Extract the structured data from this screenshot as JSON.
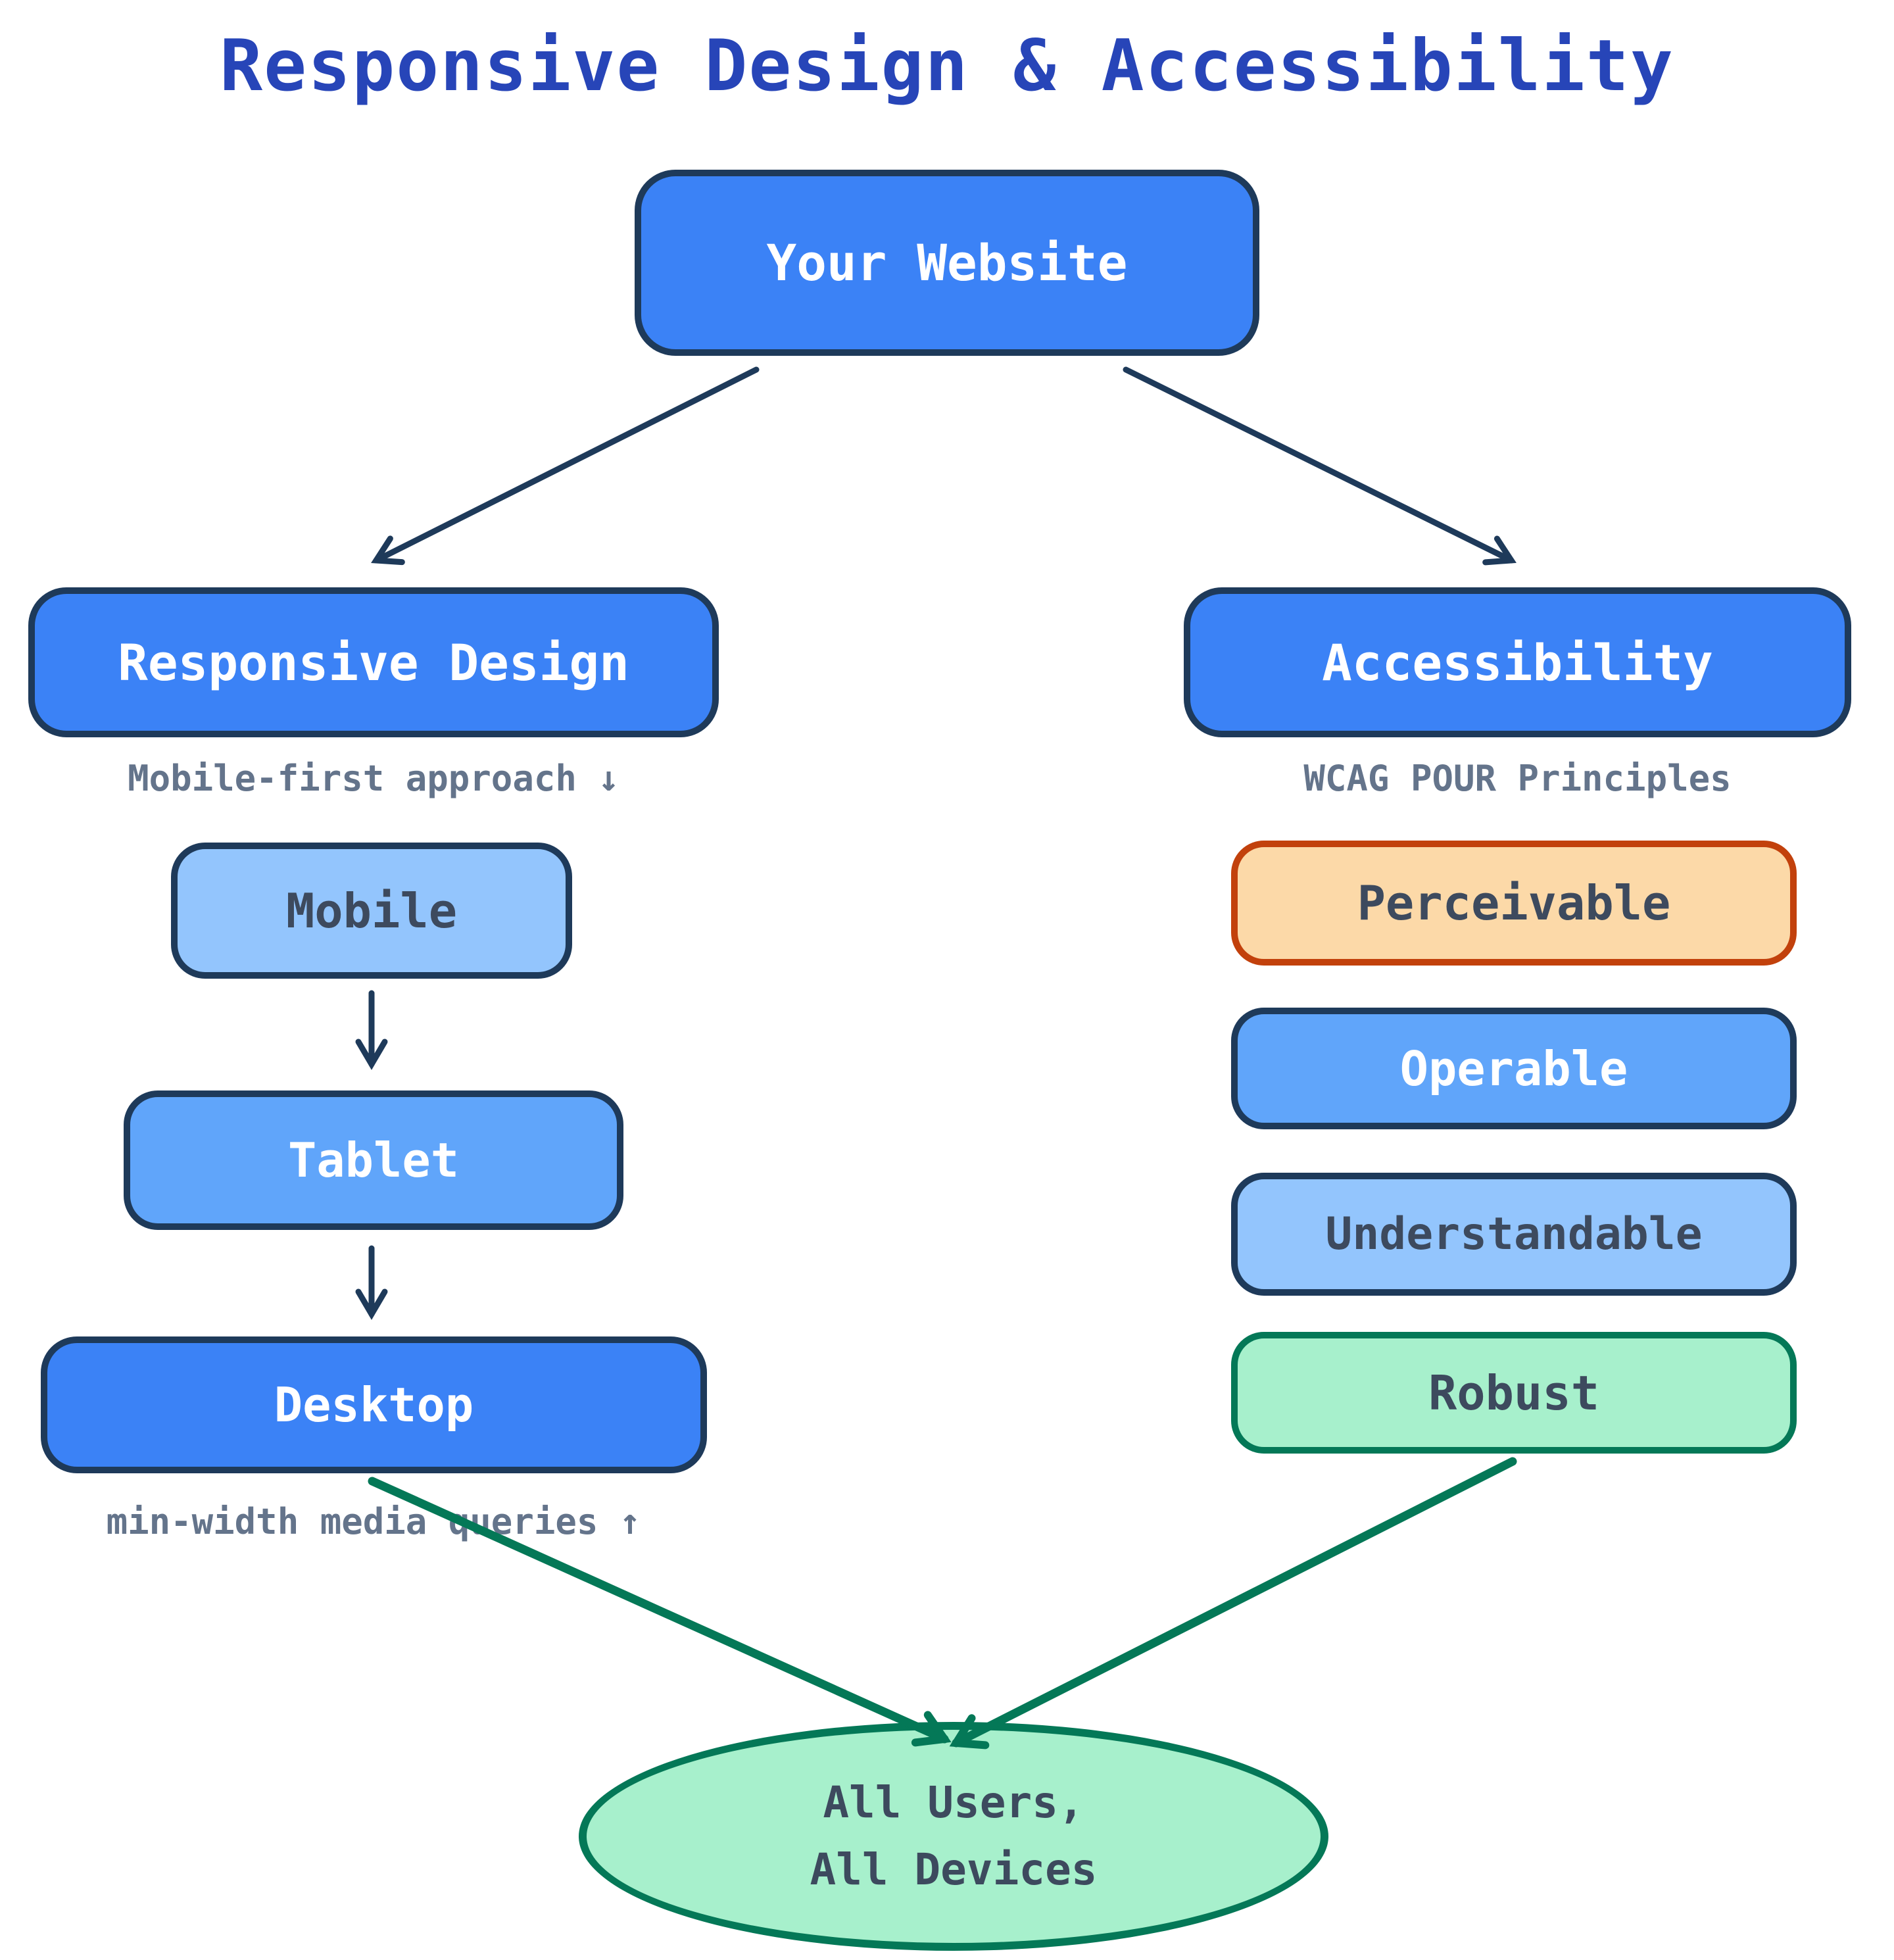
{
  "title": "Responsive Design & Accessibility",
  "root": {
    "label": "Your Website"
  },
  "left_branch": {
    "header": "Responsive Design",
    "caption": "Mobile-first approach ↓",
    "steps": [
      {
        "label": "Mobile"
      },
      {
        "label": "Tablet"
      },
      {
        "label": "Desktop"
      }
    ],
    "footer": "min-width media queries ↑"
  },
  "right_branch": {
    "header": "Accessibility",
    "caption": "WCAG POUR Principles",
    "principles": [
      {
        "label": "Perceivable"
      },
      {
        "label": "Operable"
      },
      {
        "label": "Understandable"
      },
      {
        "label": "Robust"
      }
    ]
  },
  "result": {
    "line1": "All Users,",
    "line2": "All Devices"
  },
  "colors": {
    "title_blue": "#2745b8",
    "primary_blue_fill": "#3b82f6",
    "medium_blue_fill": "#60a5fa",
    "light_blue_fill": "#93c5fd",
    "navy_border": "#1e3a5a",
    "peach_fill": "#fcd9a8",
    "orange_border": "#c2410c",
    "green_fill": "#a7f0cc",
    "green_border": "#047857",
    "caption_gray": "#64748b",
    "dark_label_text": "#3d4a5e",
    "white_label_text": "#ffffff",
    "background": "#ffffff"
  }
}
